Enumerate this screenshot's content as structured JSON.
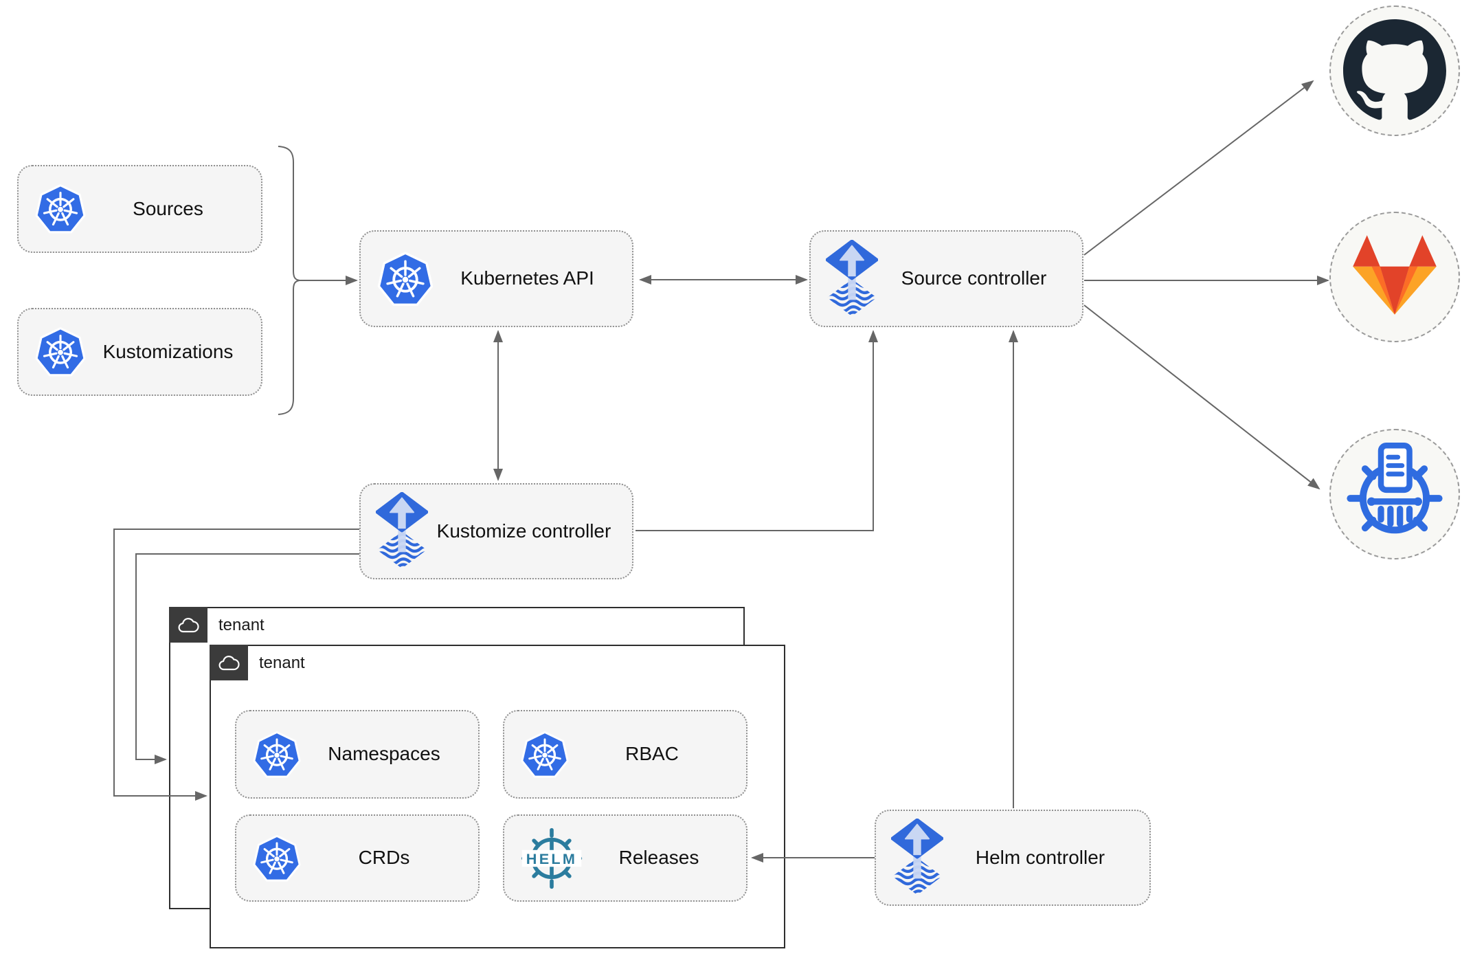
{
  "nodes": {
    "sources": {
      "label": "Sources",
      "icon": "kubernetes-icon"
    },
    "kustomizations": {
      "label": "Kustomizations",
      "icon": "kubernetes-icon"
    },
    "kubernetes_api": {
      "label": "Kubernetes API",
      "icon": "kubernetes-icon"
    },
    "source_controller": {
      "label": "Source controller",
      "icon": "flux-icon"
    },
    "kustomize_controller": {
      "label": "Kustomize controller",
      "icon": "flux-icon"
    },
    "helm_controller": {
      "label": "Helm controller",
      "icon": "flux-icon"
    },
    "namespaces": {
      "label": "Namespaces",
      "icon": "kubernetes-icon"
    },
    "rbac": {
      "label": "RBAC",
      "icon": "kubernetes-icon"
    },
    "crds": {
      "label": "CRDs",
      "icon": "kubernetes-icon"
    },
    "releases": {
      "label": "Releases",
      "icon": "helm-icon",
      "icon_text": "HELM"
    }
  },
  "tenants": [
    {
      "label": "tenant"
    },
    {
      "label": "tenant"
    }
  ],
  "endpoints": [
    {
      "icon": "github-icon"
    },
    {
      "icon": "gitlab-icon"
    },
    {
      "icon": "chartmuseum-icon"
    }
  ],
  "edges": [
    {
      "from": "sources/kustomizations",
      "to": "kubernetes_api",
      "type": "arrow"
    },
    {
      "from": "kubernetes_api",
      "to": "source_controller",
      "type": "bidirectional"
    },
    {
      "from": "kubernetes_api",
      "to": "kustomize_controller",
      "type": "bidirectional"
    },
    {
      "from": "kustomize_controller",
      "to": "source_controller",
      "type": "arrow"
    },
    {
      "from": "helm_controller",
      "to": "source_controller",
      "type": "arrow"
    },
    {
      "from": "kustomize_controller",
      "to": "tenant_front",
      "type": "arrow"
    },
    {
      "from": "kustomize_controller",
      "to": "tenant_back",
      "type": "arrow"
    },
    {
      "from": "helm_controller",
      "to": "releases",
      "type": "arrow"
    },
    {
      "from": "source_controller",
      "to": "github",
      "type": "arrow"
    },
    {
      "from": "source_controller",
      "to": "gitlab",
      "type": "arrow"
    },
    {
      "from": "source_controller",
      "to": "chartmuseum",
      "type": "arrow"
    }
  ],
  "colors": {
    "kubernetes_blue": "#326ce5",
    "flux_blue": "#3069db",
    "flux_arrow_light": "#c9d7f3",
    "helm_teal": "#2b7c9e",
    "github_dark": "#1b2733",
    "gitlab_red": "#e24329",
    "gitlab_orange": "#fc6d26",
    "gitlab_amber": "#fca326",
    "chartmuseum_blue": "#2f6ce0",
    "line_gray": "#666666",
    "node_fill": "#f5f5f5",
    "tenant_header": "#3b3b3b"
  }
}
